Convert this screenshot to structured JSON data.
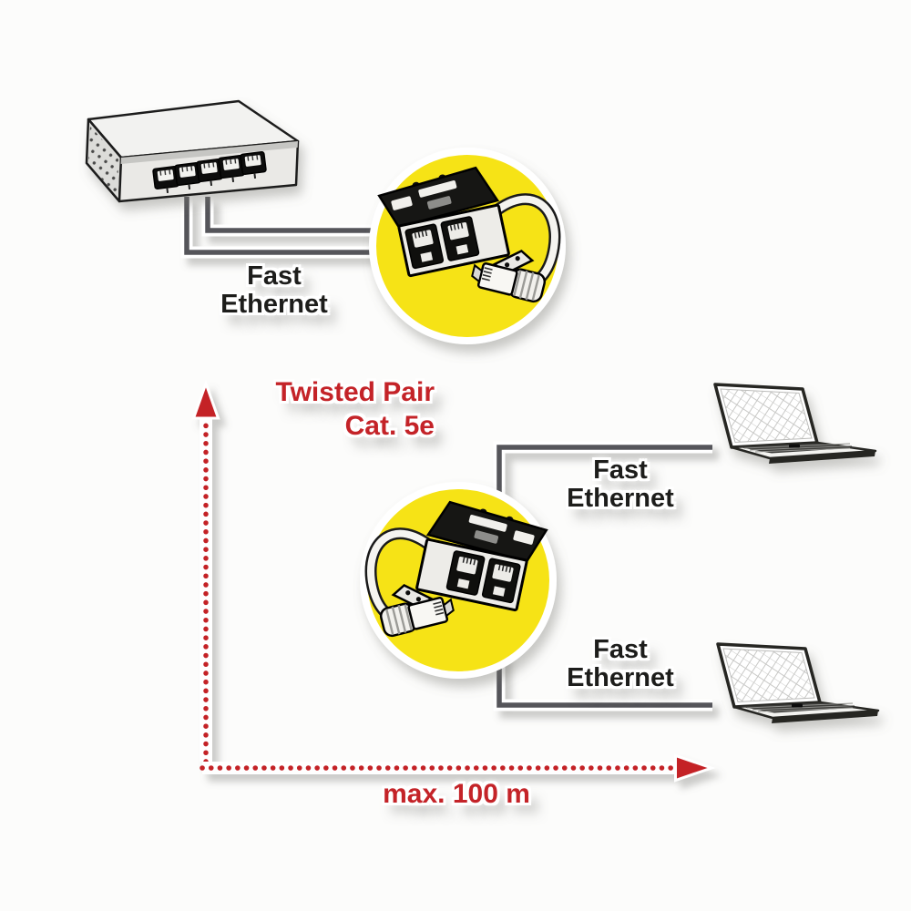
{
  "colors": {
    "accent_red": "#c42328",
    "highlight_yellow": "#f6e313",
    "cable_gray": "#54555a",
    "text_black": "#1d1d1b",
    "background": "#fcfcfb"
  },
  "icons": {
    "switch": "network-switch-icon",
    "splitter_top": "rj45-splitter-adapter-icon",
    "splitter_bottom": "rj45-splitter-adapter-icon",
    "laptop_top": "laptop-icon",
    "laptop_bottom": "laptop-icon",
    "arrow_vertical": "dotted-arrow-up-icon",
    "arrow_horizontal": "dotted-arrow-right-icon"
  },
  "labels": {
    "switch_link": "Fast\nEthernet",
    "trunk_cable": "Twisted Pair\nCat. 5e",
    "laptop_top_link": "Fast\nEthernet",
    "laptop_bottom_link": "Fast\nEthernet",
    "max_distance": "max. 100 m"
  }
}
